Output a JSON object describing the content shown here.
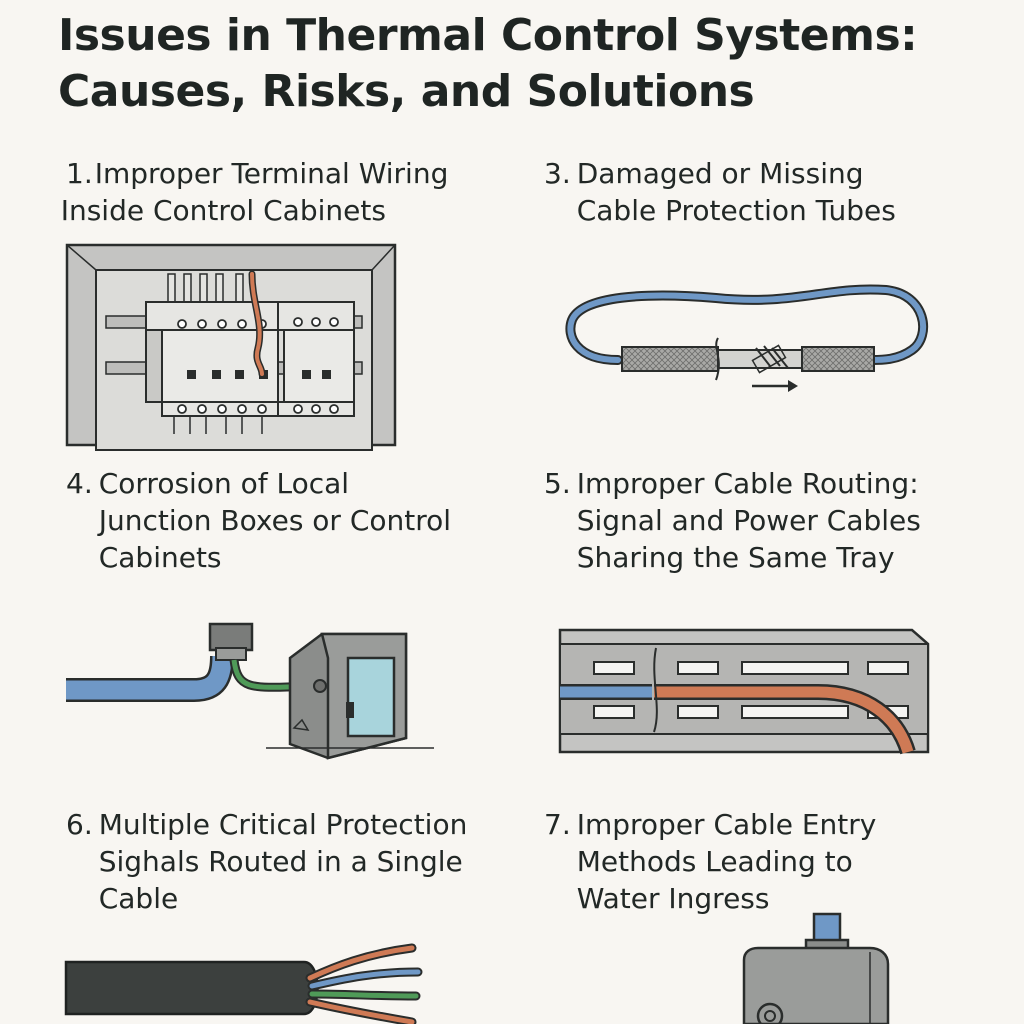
{
  "title": {
    "line1": "Issues in Thermal Control Systems:",
    "line2": "Causes, Risks, and Solutions"
  },
  "items": [
    {
      "num": "1.",
      "lines": [
        "Improper Terminal Wiring",
        "Inside Control Cabinets"
      ],
      "illustration": "cabinet-terminal-blocks"
    },
    {
      "num": "3.",
      "lines": [
        "Damaged or Missing",
        "Cable Protection Tubes"
      ],
      "illustration": "damaged-protection-tube"
    },
    {
      "num": "4.",
      "lines": [
        "Corrosion of Local",
        "Junction Boxes or Control",
        "Cabinets"
      ],
      "illustration": "corroded-junction-box"
    },
    {
      "num": "5.",
      "lines": [
        "Improper Cable Routing:",
        "Signal and Power Cables",
        "Sharing the Same Tray"
      ],
      "illustration": "shared-cable-tray"
    },
    {
      "num": "6.",
      "lines": [
        "Multiple Critical Protection",
        "Sighals Routed in a Single",
        "Cable"
      ],
      "illustration": "multicore-cable"
    },
    {
      "num": "7.",
      "lines": [
        "Improper Cable Entry",
        "Methods Leading to",
        "Water Ingress"
      ],
      "illustration": "enclosure-cable-entry"
    }
  ],
  "colors": {
    "background": "#f8f6f2",
    "text": "#1f2523",
    "cable_blue": "#6f98c6",
    "cable_orange": "#cf7a55",
    "cable_green": "#4f9a58",
    "metal_gray": "#b5b5b3",
    "dark_cable": "#3c403e",
    "window_cyan": "#a8d4dc"
  }
}
